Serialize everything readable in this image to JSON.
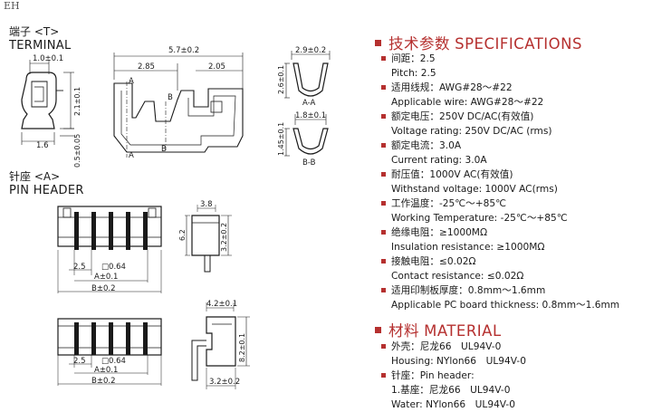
{
  "series": "EH",
  "terminal": {
    "title_cn": "端子 <T>",
    "title_en": "TERMINAL"
  },
  "pin_header": {
    "title_cn": "针座 <A>",
    "title_en": "PIN HEADER"
  },
  "drawing_labels": {
    "t_width": "1.0±0.1",
    "t_height": "2.1±0.1",
    "t_base": "1.6",
    "t_thick": "0.5±0.05",
    "t_len": "5.7±0.2",
    "t_len_a": "2.85",
    "t_len_b": "2.05",
    "sec_a": "A",
    "sec_b": "B",
    "aa_width": "2.9±0.2",
    "aa_height": "2.6±0.1",
    "aa_label": "A-A",
    "bb_width": "1.8±0.1",
    "bb_height": "1.45±0.1",
    "bb_label": "B-B",
    "h_pitch": "2.5",
    "h_pin": "□0.64",
    "h_dim_a": "A±0.1",
    "h_dim_b": "B±0.2",
    "h_side_w": "3.8",
    "h_side_h1": "6.2",
    "h_side_h2": "3.2±0.2",
    "r_side_w": "4.2±0.1",
    "r_side_h": "8.2±0.1",
    "r_side_d": "3.2±0.2"
  },
  "specifications": {
    "header_cn": "技术参数",
    "header_en": "SPECIFICATIONS",
    "rows": [
      {
        "cn": "间距：2.5",
        "en": "Pitch: 2.5"
      },
      {
        "cn": "适用线规：AWG#28～#22",
        "en": "Applicable wire: AWG#28～#22"
      },
      {
        "cn": "额定电压：250V DC/AC(有效值)",
        "en": "Voltage rating: 250V DC/AC (rms)"
      },
      {
        "cn": "额定电流：3.0A",
        "en": "Current rating: 3.0A"
      },
      {
        "cn": "耐压值：1000V AC(有效值)",
        "en": "Withstand voltage: 1000V AC(rms)"
      },
      {
        "cn": "工作温度：-25℃～+85℃",
        "en": "Working Temperature: -25℃～+85℃"
      },
      {
        "cn": "绝缘电阻：≥1000MΩ",
        "en": "Insulation resistance: ≥1000MΩ"
      },
      {
        "cn": "接触电阻：≤0.02Ω",
        "en": "Contact resistance: ≤0.02Ω"
      },
      {
        "cn": "适用印制板厚度：0.8mm～1.6mm",
        "en": "Applicable PC board thickness: 0.8mm～1.6mm"
      }
    ]
  },
  "material": {
    "header_cn": "材料",
    "header_en": "MATERIAL",
    "rows": [
      {
        "cn": "外壳：尼龙66　UL94V-0",
        "en": "Housing: NYlon66　UL94V-0"
      },
      {
        "cn": "针座：Pin header:",
        "en": "1.基座：尼龙66　UL94V-0"
      },
      {
        "cn": "",
        "en": "Water: NYlon66　UL94V-0"
      }
    ]
  },
  "colors": {
    "accent": "#b5302f",
    "ink": "#1a1a1a"
  }
}
